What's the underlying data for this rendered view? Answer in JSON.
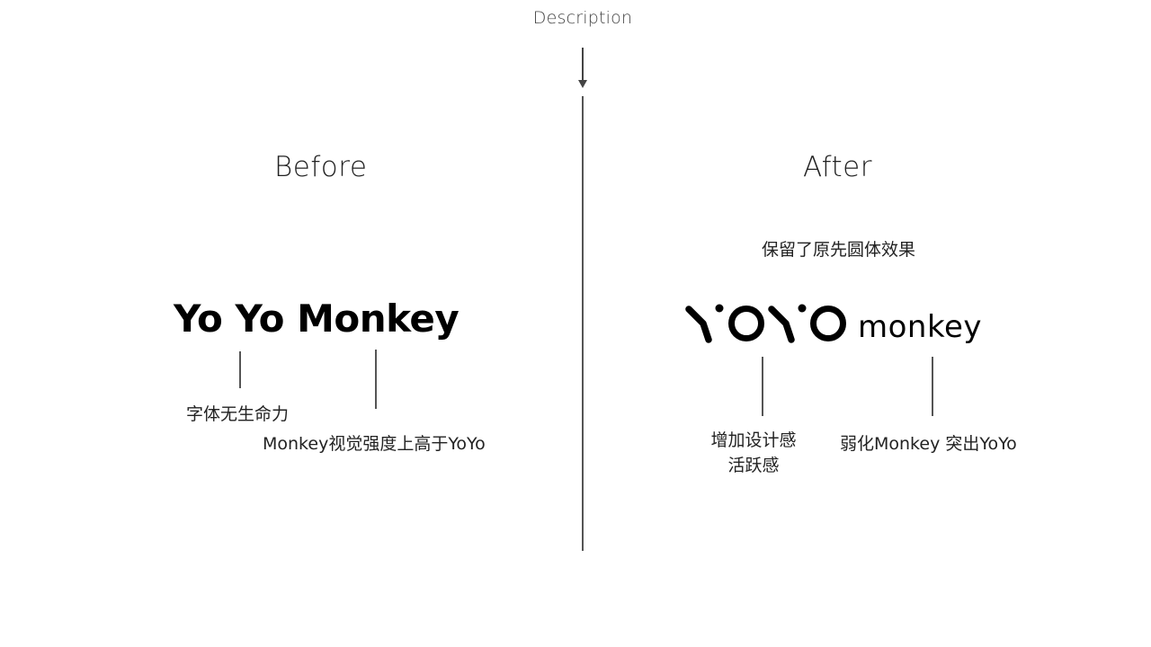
{
  "header": {
    "title": "Description"
  },
  "before": {
    "heading": "Before",
    "logo_text": "Yo Yo Monkey",
    "notes": {
      "no_life": "字体无生命力",
      "monkey_strong": "Monkey视觉强度上高于YoYo"
    }
  },
  "after": {
    "heading": "After",
    "note_top": "保留了原先圆体效果",
    "logo_text": "YOYO monkey",
    "notes": {
      "design_line1": "增加设计感",
      "design_line2": "活跃感",
      "weaken": "弱化Monkey 突出YoYo"
    }
  },
  "colors": {
    "text": "#222222",
    "logo": "#000000",
    "line": "#555555"
  }
}
